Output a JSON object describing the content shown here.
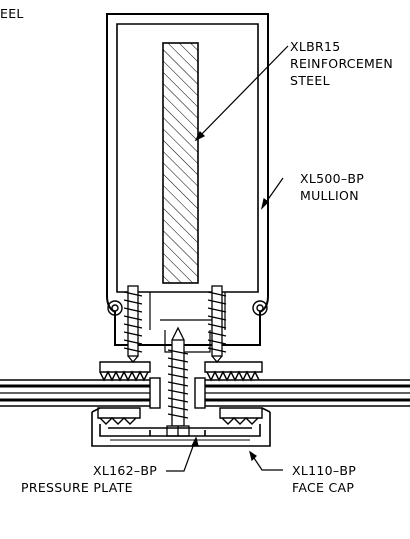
{
  "labels": {
    "corner": "EEL",
    "reinforcement_code": "XLBR15",
    "reinforcement_line1": "REINFORCEMEN",
    "reinforcement_line2": "STEEL",
    "mullion_code": "XL500–BP",
    "mullion_name": "MULLION",
    "pressure_plate_code": "XL162–BP",
    "pressure_plate_name": "PRESSURE PLATE",
    "face_cap_code": "XL110–BP",
    "face_cap_name": "FACE CAP"
  }
}
